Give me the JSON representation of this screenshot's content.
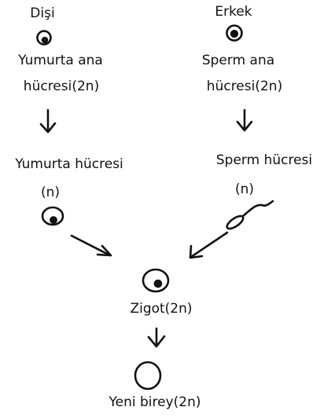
{
  "diagram": {
    "female": {
      "sex_label": "Dişi",
      "mother_cell_line1": "Yumurta ana",
      "mother_cell_line2": "hücresi(2n)",
      "gamete_label": "Yumurta hücresi",
      "gamete_ploidy": "(n)"
    },
    "male": {
      "sex_label": "Erkek",
      "mother_cell_line1": "Sperm ana",
      "mother_cell_line2": "hücresi(2n)",
      "gamete_label": "Sperm hücresi",
      "gamete_ploidy": "(n)"
    },
    "zygote_label": "Zigot(2n)",
    "offspring_label": "Yeni birey(2n)"
  }
}
